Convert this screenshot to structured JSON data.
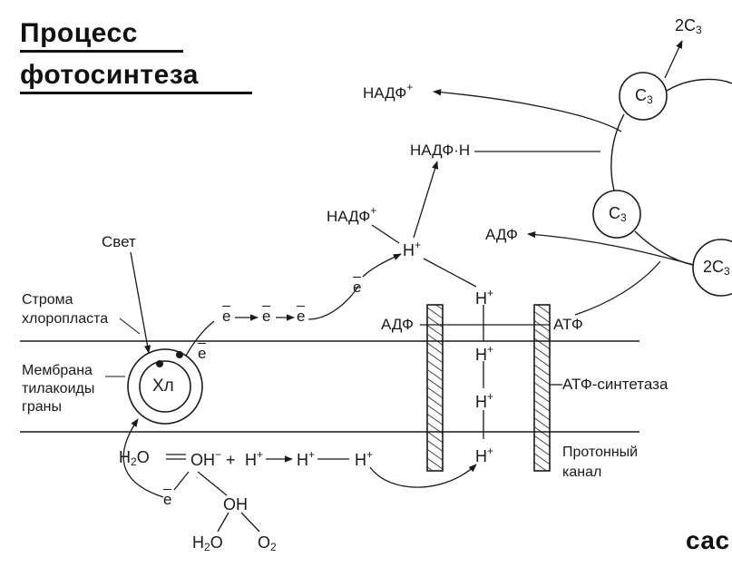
{
  "title": {
    "line1": "Процесс",
    "line2": "фотосинтеза"
  },
  "labels": {
    "light": "Свет",
    "stroma": "Строма",
    "chloroplast": "хлоропласта",
    "membrane": "Мембрана",
    "thylakoid": "тилакоиды",
    "grana": "граны",
    "chlorophyll": "Хл",
    "atp_synthase": "АТФ-синтетаза",
    "proton": "Протонный",
    "channel": "канал",
    "adp_left": "АДФ",
    "atp_right": "АТФ",
    "adp_top": "АДФ",
    "nadp_plus_top": "НАДФ",
    "nadp_h": "НАДФ·Н",
    "nadp_plus_mid": "НАДФ",
    "corner_fragment": "сас"
  },
  "chem": {
    "electron": "e",
    "h": "H",
    "h2o": "H",
    "oh": "OH",
    "o2": "O",
    "c3": "C",
    "two_c3": "2C"
  }
}
